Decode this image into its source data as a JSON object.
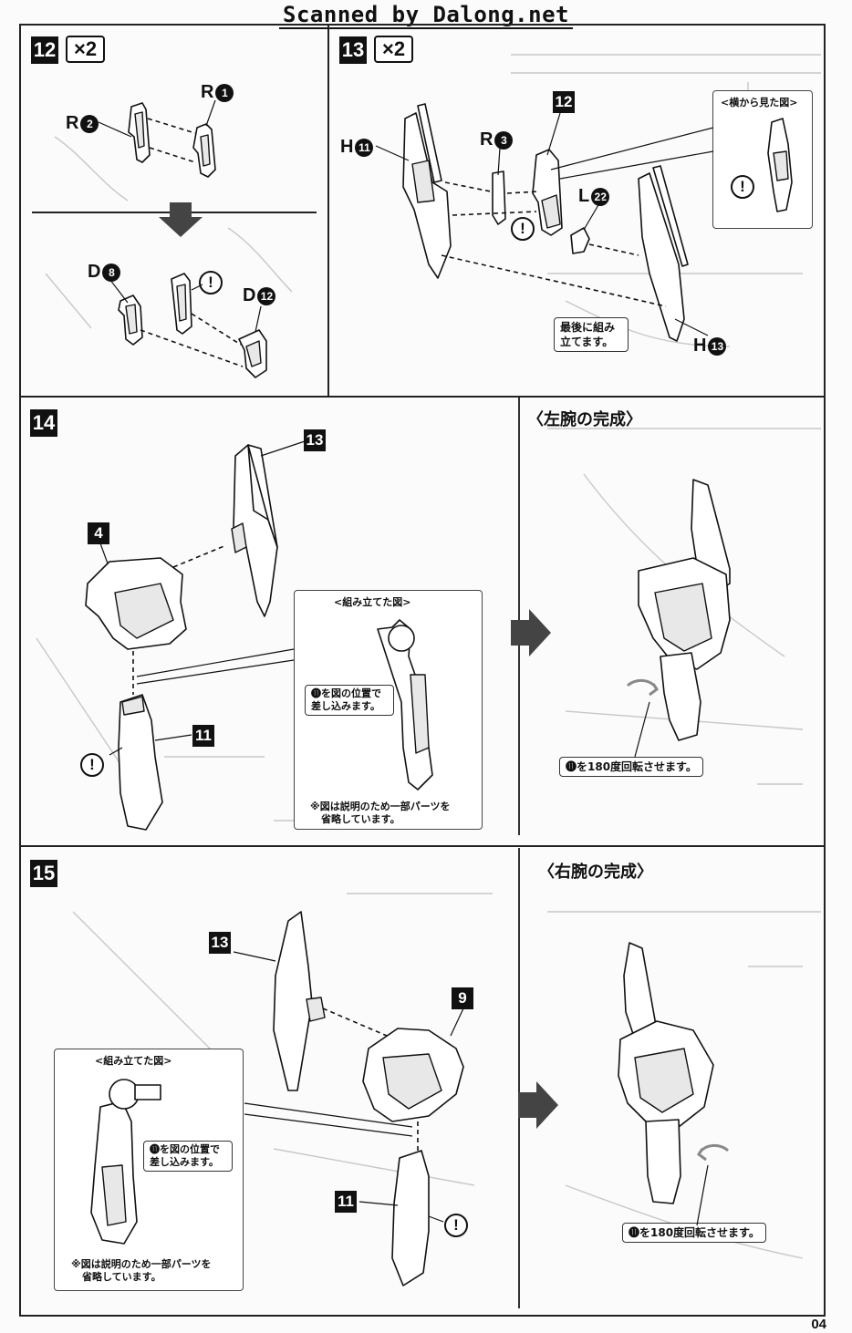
{
  "header": {
    "watermark": "Scanned by Dalong.net"
  },
  "steps": {
    "s12": {
      "number": "12",
      "multiplier": "×2",
      "labels": [
        {
          "letter": "R",
          "num": "1"
        },
        {
          "letter": "R",
          "num": "2"
        },
        {
          "letter": "D",
          "num": "8"
        },
        {
          "letter": "D",
          "num": "12"
        }
      ]
    },
    "s13": {
      "number": "13",
      "multiplier": "×2",
      "labels": [
        {
          "letter": "H",
          "num": "11"
        },
        {
          "letter": "R",
          "num": "3"
        },
        {
          "letter": "L",
          "num": "22"
        },
        {
          "letter": "H",
          "num": "13"
        }
      ],
      "part_tag": "12",
      "side_view_title": "<横から見た図>",
      "callout": [
        "最後に組み",
        "立てます。"
      ]
    },
    "s14": {
      "number": "14",
      "tags": {
        "top": "13",
        "body": "4",
        "arm": "11"
      },
      "inset_title": "<組み立てた図>",
      "inset_callout": [
        "⓫を図の位置で",
        "差し込みます。"
      ],
      "inset_note": [
        "※図は説明のため一部パーツを",
        "省略しています。"
      ],
      "result_heading": "〈左腕の完成〉",
      "result_callout": "⓫を180度回転させます。"
    },
    "s15": {
      "number": "15",
      "tags": {
        "top": "13",
        "body": "9",
        "arm": "11"
      },
      "inset_title": "<組み立てた図>",
      "inset_callout": [
        "⓫を図の位置で",
        "差し込みます。"
      ],
      "inset_note": [
        "※図は説明のため一部パーツを",
        "省略しています。"
      ],
      "result_heading": "〈右腕の完成〉",
      "result_callout": "⓫を180度回転させます。"
    }
  },
  "warning_symbol": "!",
  "page_number": "04"
}
